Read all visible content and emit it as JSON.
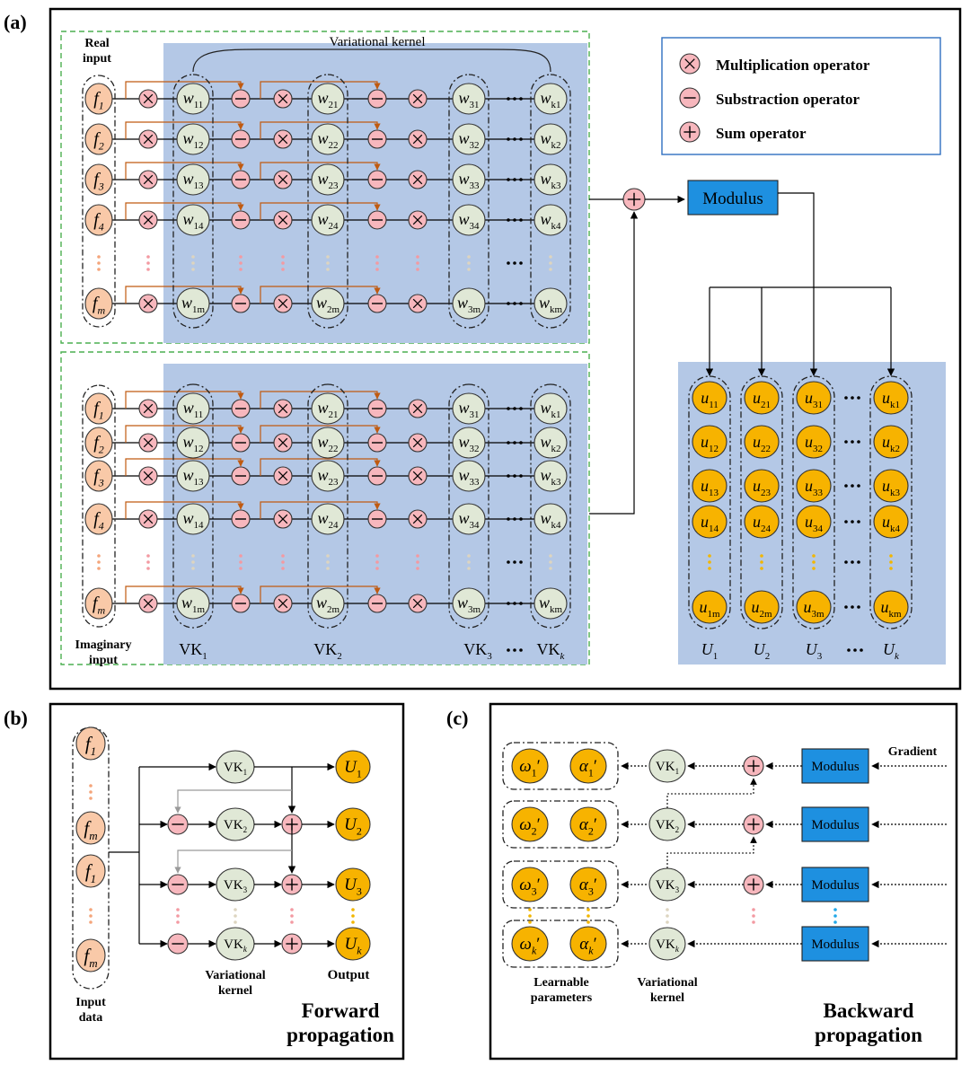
{
  "panel_labels": {
    "a": "(a)",
    "b": "(b)",
    "c": "(c)"
  },
  "colors": {
    "input_fill": "#f9c9a8",
    "op_fill": "#f7b7bd",
    "weight_fill": "#e0e8d6",
    "output_fill": "#f7b300",
    "modulus_fill": "#1e90e0",
    "region_fill": "#b4c8e6",
    "orange_line": "#c05a10",
    "green_dash": "#4caf50",
    "legend_border": "#2f6fc0"
  },
  "panel_a": {
    "real_input": [
      "Real",
      "input"
    ],
    "imaginary_input": [
      "Imaginary",
      "input"
    ],
    "variational_kernel_label": "Variational kernel",
    "legend": {
      "multiplication": "Multiplication operator",
      "subtraction": "Substraction operator",
      "sum": "Sum operator"
    },
    "modulus_label": "Modulus",
    "ellipsis": "⋯",
    "vdots": "⋮",
    "input_rows": [
      {
        "base": "f",
        "sub": "1"
      },
      {
        "base": "f",
        "sub": "2"
      },
      {
        "base": "f",
        "sub": "3"
      },
      {
        "base": "f",
        "sub": "4"
      },
      {
        "base": "f",
        "sub": "m"
      }
    ],
    "weight_columns": [
      {
        "cells": [
          {
            "b": "w",
            "s": "11"
          },
          {
            "b": "w",
            "s": "12"
          },
          {
            "b": "w",
            "s": "13"
          },
          {
            "b": "w",
            "s": "14"
          },
          {
            "b": "w",
            "s": "1m"
          }
        ],
        "vk": {
          "b": "VK",
          "s": "1"
        }
      },
      {
        "cells": [
          {
            "b": "w",
            "s": "21"
          },
          {
            "b": "w",
            "s": "22"
          },
          {
            "b": "w",
            "s": "23"
          },
          {
            "b": "w",
            "s": "24"
          },
          {
            "b": "w",
            "s": "2m"
          }
        ],
        "vk": {
          "b": "VK",
          "s": "2"
        }
      },
      {
        "cells": [
          {
            "b": "w",
            "s": "31"
          },
          {
            "b": "w",
            "s": "32"
          },
          {
            "b": "w",
            "s": "33"
          },
          {
            "b": "w",
            "s": "34"
          },
          {
            "b": "w",
            "s": "3m"
          }
        ],
        "vk": {
          "b": "VK",
          "s": "3"
        }
      },
      {
        "cells": [
          {
            "b": "w",
            "s": "k1"
          },
          {
            "b": "w",
            "s": "k2"
          },
          {
            "b": "w",
            "s": "k3"
          },
          {
            "b": "w",
            "s": "k4"
          },
          {
            "b": "w",
            "s": "km"
          }
        ],
        "vk": {
          "b": "VK",
          "s": "k"
        }
      }
    ],
    "output_columns": [
      {
        "cells": [
          {
            "b": "u",
            "s": "11"
          },
          {
            "b": "u",
            "s": "12"
          },
          {
            "b": "u",
            "s": "13"
          },
          {
            "b": "u",
            "s": "14"
          },
          {
            "b": "u",
            "s": "1m"
          }
        ],
        "label": {
          "b": "U",
          "s": "1"
        }
      },
      {
        "cells": [
          {
            "b": "u",
            "s": "21"
          },
          {
            "b": "u",
            "s": "22"
          },
          {
            "b": "u",
            "s": "23"
          },
          {
            "b": "u",
            "s": "24"
          },
          {
            "b": "u",
            "s": "2m"
          }
        ],
        "label": {
          "b": "U",
          "s": "2"
        }
      },
      {
        "cells": [
          {
            "b": "u",
            "s": "31"
          },
          {
            "b": "u",
            "s": "32"
          },
          {
            "b": "u",
            "s": "33"
          },
          {
            "b": "u",
            "s": "34"
          },
          {
            "b": "u",
            "s": "3m"
          }
        ],
        "label": {
          "b": "U",
          "s": "3"
        }
      },
      {
        "cells": [
          {
            "b": "u",
            "s": "k1"
          },
          {
            "b": "u",
            "s": "k2"
          },
          {
            "b": "u",
            "s": "k3"
          },
          {
            "b": "u",
            "s": "k4"
          },
          {
            "b": "u",
            "s": "km"
          }
        ],
        "label": {
          "b": "U",
          "s": "k"
        }
      }
    ]
  },
  "panel_b": {
    "inputs": [
      {
        "b": "f",
        "s": "1"
      },
      {
        "b": "f",
        "s": "m"
      },
      {
        "b": "f",
        "s": "1"
      },
      {
        "b": "f",
        "s": "m"
      }
    ],
    "vk": [
      {
        "b": "VK",
        "s": "1"
      },
      {
        "b": "VK",
        "s": "2"
      },
      {
        "b": "VK",
        "s": "3"
      },
      {
        "b": "VK",
        "s": "k"
      }
    ],
    "outputs": [
      {
        "b": "U",
        "s": "1"
      },
      {
        "b": "U",
        "s": "2"
      },
      {
        "b": "U",
        "s": "3"
      },
      {
        "b": "U",
        "s": "k"
      }
    ],
    "input_label": [
      "Input",
      "data"
    ],
    "kernel_label": [
      "Variational",
      "kernel"
    ],
    "output_label": "Output",
    "title": [
      "Forward",
      "propagation"
    ]
  },
  "panel_c": {
    "params": [
      [
        {
          "b": "ω",
          "s": "1"
        },
        {
          "b": "α",
          "s": "1"
        }
      ],
      [
        {
          "b": "ω",
          "s": "2"
        },
        {
          "b": "α",
          "s": "2"
        }
      ],
      [
        {
          "b": "ω",
          "s": "3"
        },
        {
          "b": "α",
          "s": "3"
        }
      ],
      [
        {
          "b": "ω",
          "s": "k"
        },
        {
          "b": "α",
          "s": "k"
        }
      ]
    ],
    "vk": [
      {
        "b": "VK",
        "s": "1"
      },
      {
        "b": "VK",
        "s": "2"
      },
      {
        "b": "VK",
        "s": "3"
      },
      {
        "b": "VK",
        "s": "k"
      }
    ],
    "modulus_label": "Modulus",
    "gradient_label": "Gradient",
    "params_label": [
      "Learnable",
      "parameters"
    ],
    "kernel_label": [
      "Variational",
      "kernel"
    ],
    "title": [
      "Backward",
      "propagation"
    ]
  }
}
